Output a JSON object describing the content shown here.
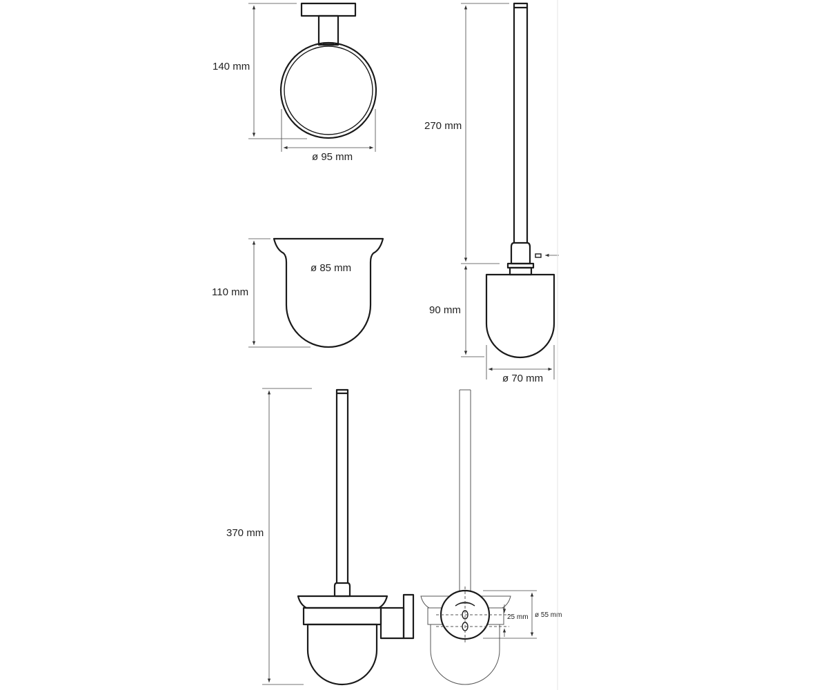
{
  "labels": {
    "holder_height": "140 mm",
    "holder_diameter": "ø 95 mm",
    "cup_height": "110 mm",
    "cup_diameter": "ø 85 mm",
    "handle_length": "270 mm",
    "brush_height": "90 mm",
    "brush_diameter": "ø 70 mm",
    "total_height": "370 mm",
    "mount_offset": "25 mm",
    "rosette_diameter": "ø 55 mm"
  },
  "colors": {
    "line": "#1a1a1a",
    "dimension": "#444444",
    "background": "#ffffff"
  }
}
